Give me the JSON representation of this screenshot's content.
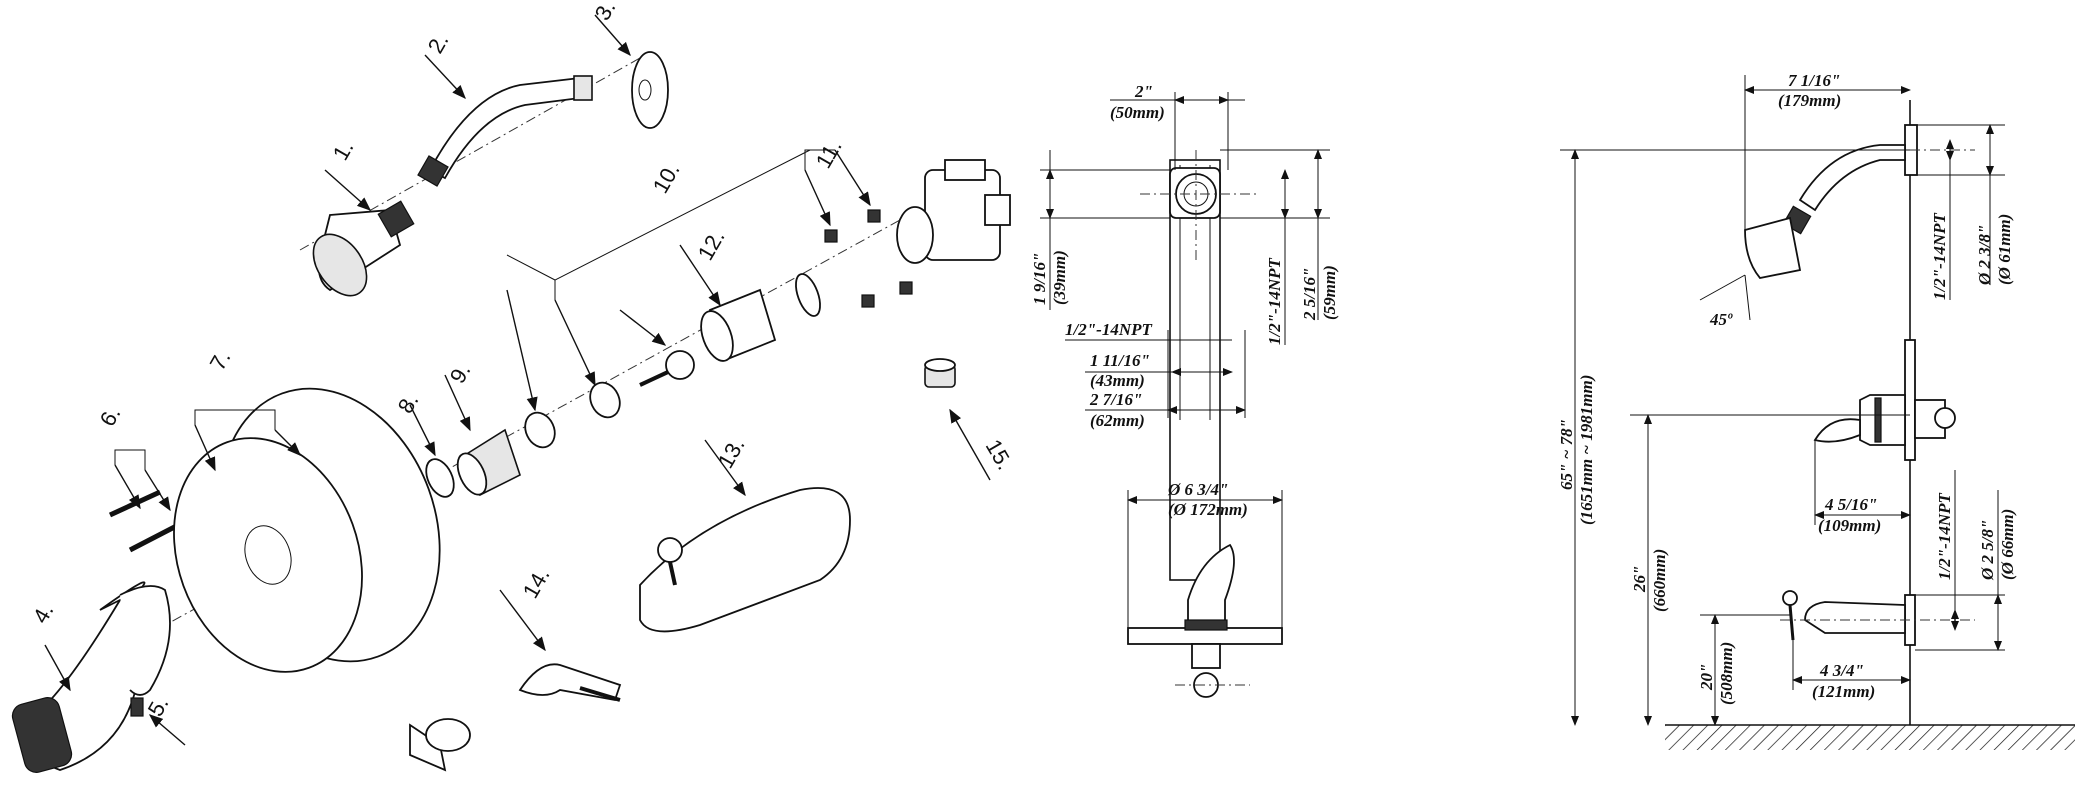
{
  "part_labels": {
    "p1": "1.",
    "p2": "2.",
    "p3": "3.",
    "p4": "4.",
    "p5": "5.",
    "p6": "6.",
    "p7": "7.",
    "p8": "8.",
    "p9": "9.",
    "p10": "10.",
    "p11": "11.",
    "p12": "12.",
    "p13": "13.",
    "p14": "14.",
    "p15": "15."
  },
  "valve_dims": {
    "width_2": "2\"",
    "width_2_mm": "(50mm)",
    "h_1_9_16": "1 9/16\"",
    "h_1_9_16_mm": "(39mm)",
    "npt_top": "1/2\"-14NPT",
    "h_2_5_16": "2 5/16\"",
    "h_2_5_16_mm": "(59mm)",
    "npt_left": "1/2\"-14NPT",
    "w_1_11_16": "1 11/16\"",
    "w_1_11_16_mm": "(43mm)",
    "w_2_7_16": "2 7/16\"",
    "w_2_7_16_mm": "(62mm)"
  },
  "trim_dims": {
    "dia": "Ø 6 3/4\"",
    "dia_mm": "(Ø 172mm)"
  },
  "install_dims": {
    "arm_len": "7 1/16\"",
    "arm_len_mm": "(179mm)",
    "npt_arm": "1/2\"-14NPT",
    "flange_dia": "Ø 2 3/8\"",
    "flange_dia_mm": "(Ø 61mm)",
    "angle": "45º",
    "height_range": "65\" ~ 78\"",
    "height_range_mm": "(1651mm ~ 1981mm)",
    "handle_proj": "4 5/16\"",
    "handle_proj_mm": "(109mm)",
    "npt_spout": "1/2\"-14NPT",
    "spout_flange": "Ø 2 5/8\"",
    "spout_flange_mm": "(Ø 66mm)",
    "valve_height": "26\"",
    "valve_height_mm": "(660mm)",
    "spout_height": "20\"",
    "spout_height_mm": "(508mm)",
    "spout_len": "4 3/4\"",
    "spout_len_mm": "(121mm)"
  }
}
